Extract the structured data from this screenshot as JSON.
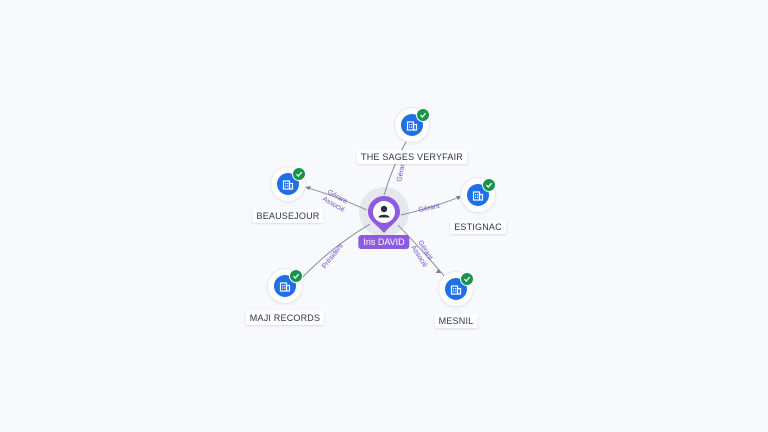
{
  "center": {
    "label": "Iris DAVID",
    "icon": "person-icon",
    "color": "#8c5be0"
  },
  "companies": [
    {
      "name": "THE SAGES VERYFAIR",
      "icon": "building-icon",
      "verified": true
    },
    {
      "name": "BEAUSEJOUR",
      "icon": "building-icon",
      "verified": true
    },
    {
      "name": "ESTIGNAC",
      "icon": "building-icon",
      "verified": true
    },
    {
      "name": "MAJI RECORDS",
      "icon": "building-icon",
      "verified": true
    },
    {
      "name": "MESNIL",
      "icon": "building-icon",
      "verified": true
    }
  ],
  "relations": [
    {
      "target": "THE SAGES VERYFAIR",
      "labels": [
        "Gérant"
      ]
    },
    {
      "target": "BEAUSEJOUR",
      "labels": [
        "Gérant",
        "Associé"
      ]
    },
    {
      "target": "ESTIGNAC",
      "labels": [
        "Gérant"
      ]
    },
    {
      "target": "MAJI RECORDS",
      "labels": [
        "Président"
      ]
    },
    {
      "target": "MESNIL",
      "labels": [
        "Gérant",
        "Associé"
      ]
    }
  ],
  "colors": {
    "company": "#1f6fe5",
    "verified": "#15964a",
    "relation_text": "#6a54c7"
  }
}
